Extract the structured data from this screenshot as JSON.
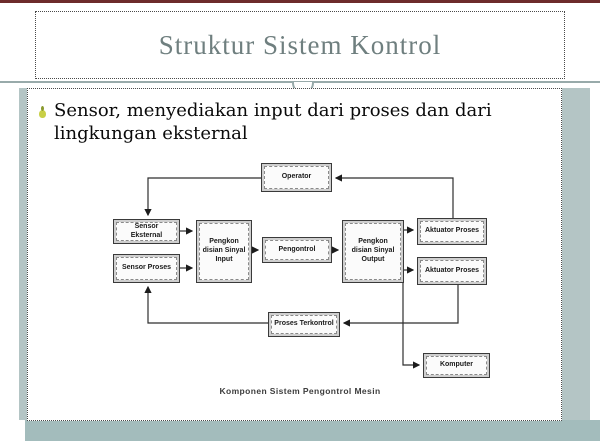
{
  "slide": {
    "title": "Struktur Sistem Kontrol",
    "bullet_text": "Sensor, menyediakan input dari proses dan dari lingkungan eksternal"
  },
  "colors": {
    "top_bar": "#6d2b2b",
    "accent_teal": "#b4c5c5",
    "title_text": "#6f7f7f",
    "diagram_line": "#2e2e2e"
  },
  "diagram": {
    "caption": "Komponen Sistem Pengontrol Mesin",
    "boxes": [
      {
        "id": "operator",
        "label": "Operator"
      },
      {
        "id": "sensor-eksternal",
        "label": "Sensor Eksternal"
      },
      {
        "id": "sensor-proses",
        "label": "Sensor Proses"
      },
      {
        "id": "pengkondisian-sinyal-input",
        "label": "Pengkon disian Sinyal Input"
      },
      {
        "id": "pengontrol",
        "label": "Pengontrol"
      },
      {
        "id": "pengkondisian-sinyal-output",
        "label": "Pengkon disian Sinyal Output"
      },
      {
        "id": "aktuator-proses-1",
        "label": "Aktuator Proses"
      },
      {
        "id": "aktuator-proses-2",
        "label": "Aktuator Proses"
      },
      {
        "id": "proses-terkontrol",
        "label": "Proses Terkontrol"
      },
      {
        "id": "komputer",
        "label": "Komputer"
      }
    ],
    "connections": [
      {
        "from": "operator",
        "to": "sensor-eksternal"
      },
      {
        "from": "aktuator-proses-1",
        "to": "operator"
      },
      {
        "from": "sensor-eksternal",
        "to": "pengkondisian-sinyal-input"
      },
      {
        "from": "sensor-proses",
        "to": "pengkondisian-sinyal-input"
      },
      {
        "from": "pengkondisian-sinyal-input",
        "to": "pengontrol"
      },
      {
        "from": "pengontrol",
        "to": "pengkondisian-sinyal-output"
      },
      {
        "from": "pengkondisian-sinyal-output",
        "to": "aktuator-proses-1"
      },
      {
        "from": "pengkondisian-sinyal-output",
        "to": "aktuator-proses-2"
      },
      {
        "from": "aktuator-proses-2",
        "to": "proses-terkontrol"
      },
      {
        "from": "proses-terkontrol",
        "to": "sensor-proses"
      },
      {
        "from": "pengkondisian-sinyal-output",
        "to": "komputer"
      }
    ]
  }
}
